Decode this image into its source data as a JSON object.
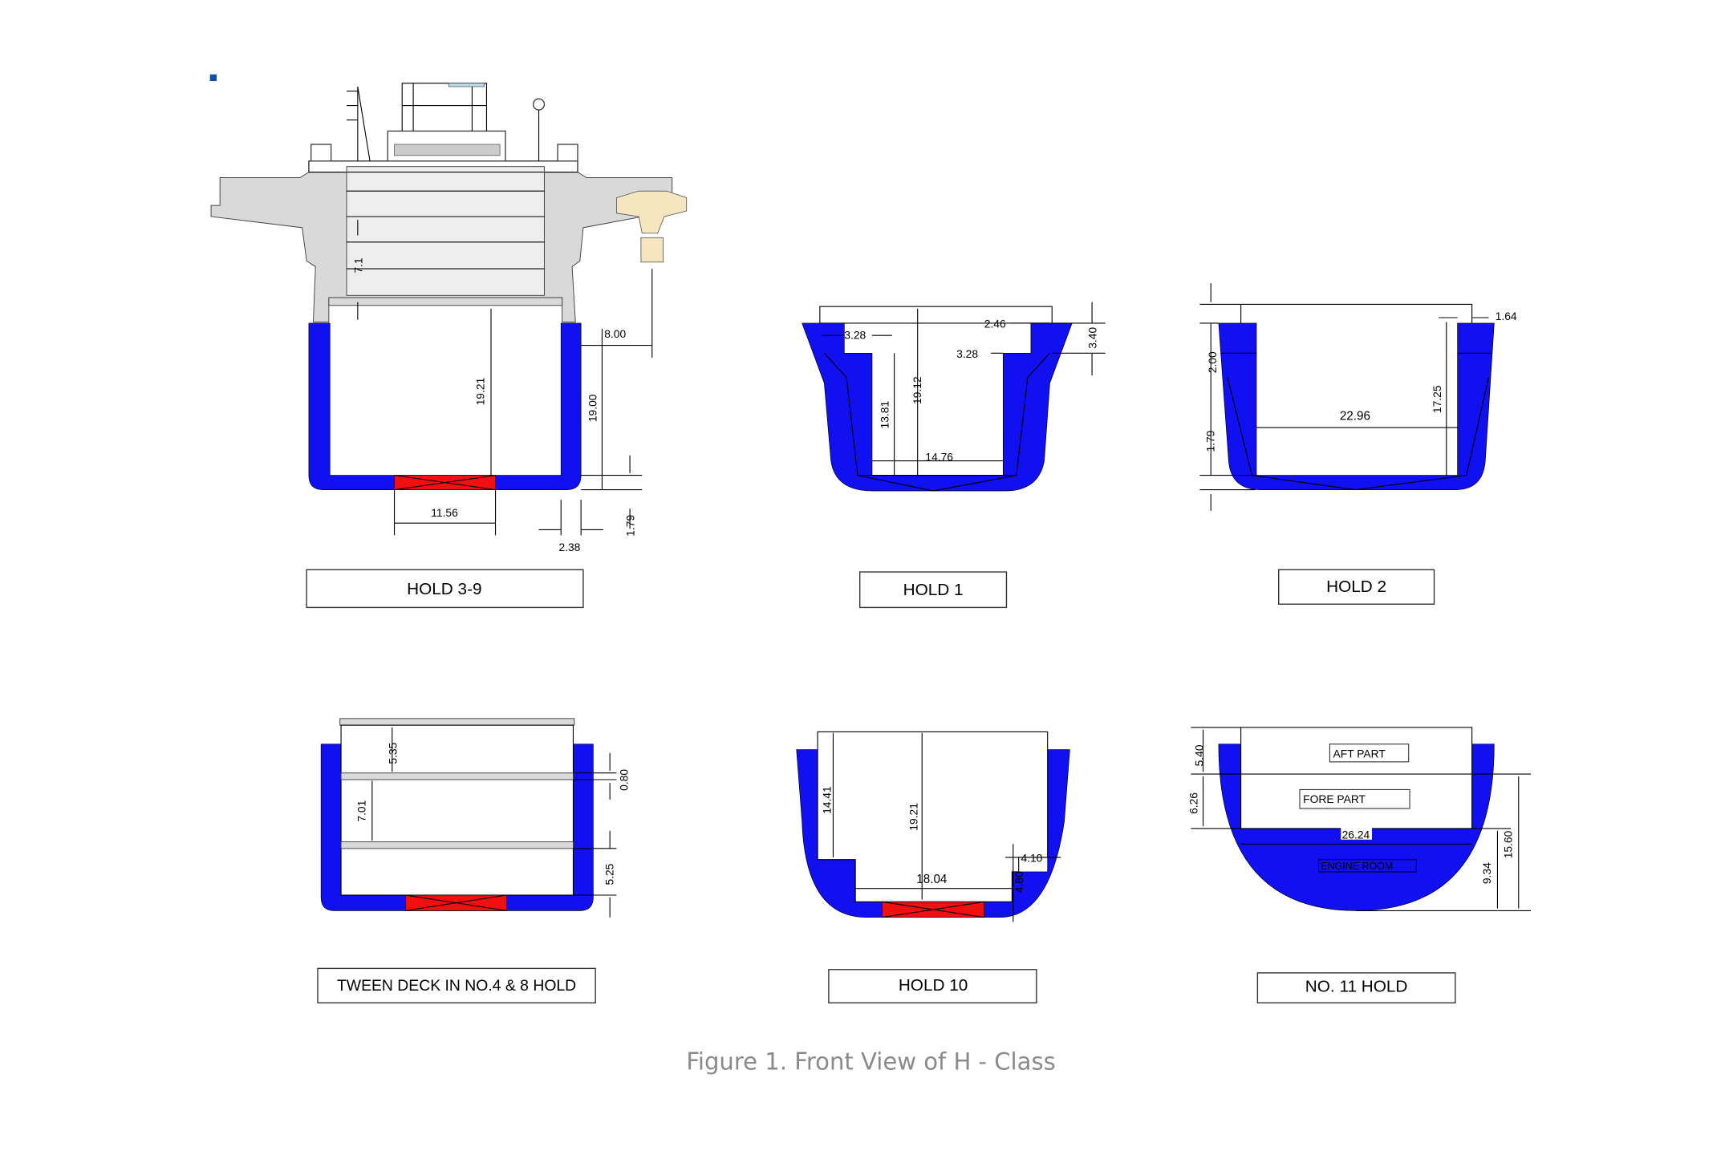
{
  "colors": {
    "ballast": "#1010f0",
    "tanktop": "#f01010",
    "structure": "#d9d9d9",
    "caption": "#8a8a8a"
  },
  "figure_caption": "Figure 1. Front View of H - Class",
  "panels": {
    "hold_3_9": {
      "label": "HOLD 3-9",
      "dims": {
        "d1": "7.1",
        "d2": "19.21",
        "d3": "8.00",
        "d4": "19.00",
        "d5": "11.56",
        "d6": "2.38",
        "d7": "1.79"
      }
    },
    "hold_1": {
      "label": "HOLD 1",
      "dims": {
        "d1": "3.28",
        "d2": "2.46",
        "d3": "3.28",
        "d4": "3.40",
        "d5": "13.81",
        "d6": "19.12",
        "d7": "14.76"
      }
    },
    "hold_2": {
      "label": "HOLD 2",
      "dims": {
        "d1": "1.64",
        "d2": "2.00",
        "d3": "1.79",
        "d4": "22.96",
        "d5": "17.25"
      }
    },
    "tween_deck": {
      "label": "TWEEN DECK IN NO.4 & 8 HOLD",
      "dims": {
        "d1": "5.35",
        "d2": "0.80",
        "d3": "7.01",
        "d4": "5.25"
      }
    },
    "hold_10": {
      "label": "HOLD 10",
      "dims": {
        "d1": "14.41",
        "d2": "19.21",
        "d3": "4.10",
        "d4": "18.04",
        "d5": "4.80"
      }
    },
    "hold_11": {
      "label": "NO. 11 HOLD",
      "dims": {
        "d1": "5.40",
        "d2": "6.26",
        "d3": "26.24",
        "d4": "9.34",
        "d5": "15.60"
      },
      "zones": {
        "aft": "AFT PART",
        "fore": "FORE PART",
        "engine": "ENGINE ROOM"
      }
    }
  }
}
